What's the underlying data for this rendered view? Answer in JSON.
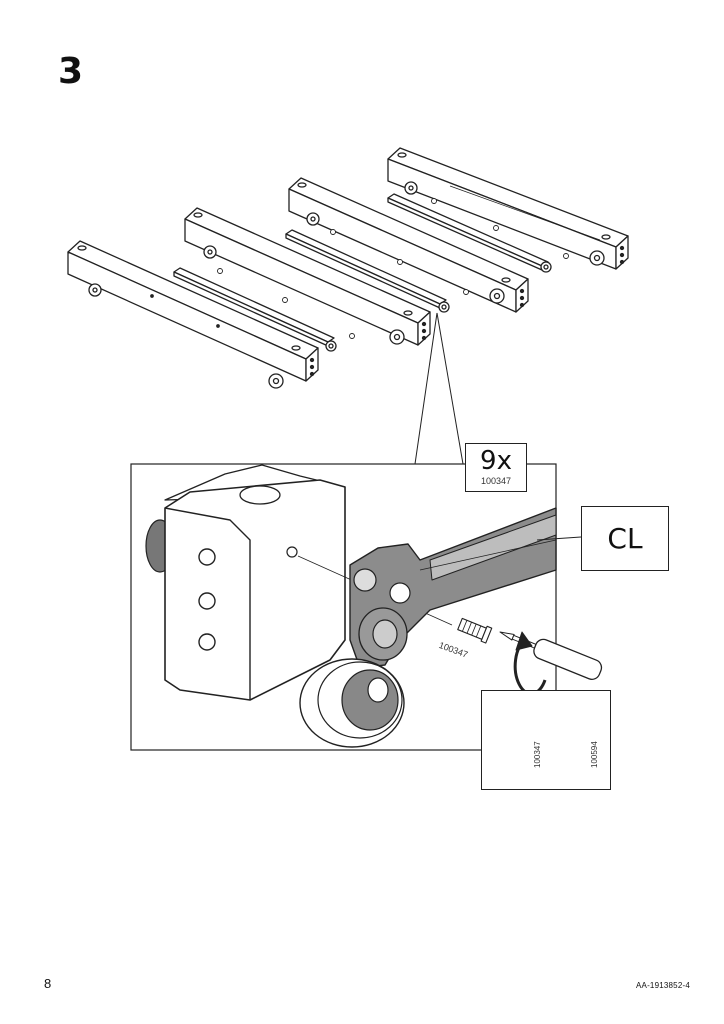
{
  "page": {
    "step_number": "3",
    "page_number": "8",
    "doc_code": "AA-1913852-4"
  },
  "hardware": {
    "quantity": "9x",
    "part_number": "100347"
  },
  "callout": {
    "part_label": "CL",
    "screw_part_label": "100347"
  },
  "comparison": {
    "correct_part": "100347",
    "incorrect_part": "100594"
  }
}
